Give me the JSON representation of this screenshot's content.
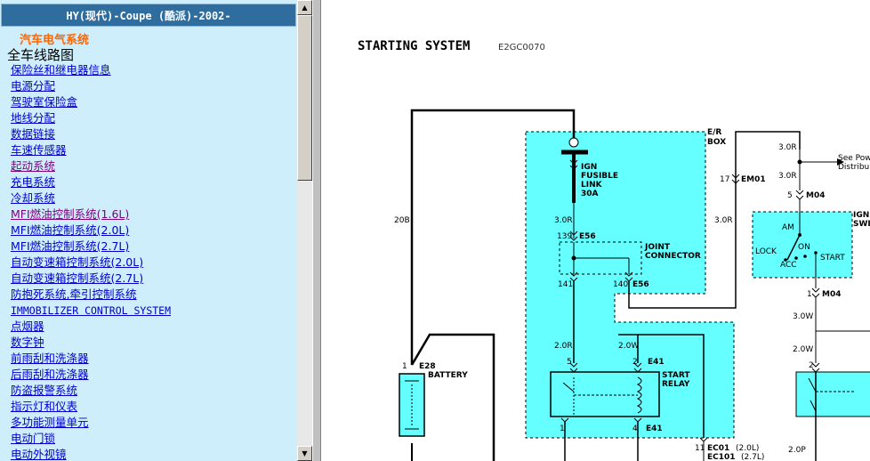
{
  "sidebar": {
    "header": "HY(现代)-Coupe (酷派)-2002-",
    "category": "汽车电气系统",
    "subtitle": "全车线路图",
    "items": [
      {
        "label": "保险丝和继电器信息"
      },
      {
        "label": "电源分配"
      },
      {
        "label": "驾驶室保险盒"
      },
      {
        "label": "地线分配"
      },
      {
        "label": "数据链接"
      },
      {
        "label": "车速传感器"
      },
      {
        "label": "起动系统",
        "visited": true
      },
      {
        "label": "充电系统"
      },
      {
        "label": "冷却系统"
      },
      {
        "label": "MFI燃油控制系统(1.6L)",
        "visited": true
      },
      {
        "label": "MFI燃油控制系统(2.0L)"
      },
      {
        "label": "MFI燃油控制系统(2.7L)"
      },
      {
        "label": "自动变速箱控制系统(2.0L)"
      },
      {
        "label": "自动变速箱控制系统(2.7L)"
      },
      {
        "label": "防抱死系统,牵引控制系统"
      },
      {
        "label": "IMMOBILIZER CONTROL SYSTEM",
        "mono": true
      },
      {
        "label": "点烟器"
      },
      {
        "label": "数字钟"
      },
      {
        "label": "前雨刮和洗涤器"
      },
      {
        "label": "后雨刮和洗涤器"
      },
      {
        "label": "防盗报警系统"
      },
      {
        "label": "指示灯和仪表"
      },
      {
        "label": "多功能测量单元"
      },
      {
        "label": "电动门锁"
      },
      {
        "label": "电动外视镜"
      }
    ]
  },
  "scrollbar": {
    "up_icon": "arrow-up-icon",
    "down_icon": "arrow-down-icon"
  },
  "diagram": {
    "title": "STARTING SYSTEM",
    "code": "E2GC0070",
    "er_box": [
      "E/R",
      "BOX"
    ],
    "ign_link": [
      "IGN",
      "FUSIBLE",
      "LINK",
      "30A"
    ],
    "joint_connector": [
      "JOINT",
      "CONNECTOR"
    ],
    "start_relay": [
      "START",
      "RELAY"
    ],
    "battery": "BATTERY",
    "ign_switch": [
      "IGNI",
      "SWI"
    ],
    "see_power": [
      "See Pow",
      "Distribu"
    ],
    "switch_positions": {
      "am": "AM",
      "lock": "LOCK",
      "on": "ON",
      "acc": "ACC",
      "start": "START"
    },
    "connectors": {
      "e56": "E56",
      "e41": "E41",
      "e28": "E28",
      "em01": "EM01",
      "m04": "M04",
      "ec01": "EC01",
      "ec101": "EC101",
      "ec01_eng": "(2.0L)",
      "ec101_eng": "(2.7L)"
    },
    "pins": {
      "p139": "139",
      "p141": "141",
      "p140": "140",
      "p5": "5",
      "p2": "2",
      "p1": "1",
      "p4": "4",
      "p11": "11",
      "p17": "17",
      "p5b": "5",
      "p1b": "1",
      "p2b": "2",
      "pbat": "1"
    },
    "wires": {
      "w20b": "20B",
      "w30r_a": "3.0R",
      "w20r": "2.0R",
      "w20w": "2.0W",
      "w30r_b": "3.0R",
      "w30r_c": "3.0R",
      "w30r_d": "3.0R",
      "w30w": "3.0W",
      "w20w_b": "2.0W",
      "w20p": "2.0P"
    }
  },
  "colors": {
    "box_fill": "#66ffff",
    "header_bg": "#2e6d9e",
    "category": "#ff6600",
    "link": "#0000cc",
    "visited": "#800080",
    "sidebar_bg": "#cfeefb"
  }
}
